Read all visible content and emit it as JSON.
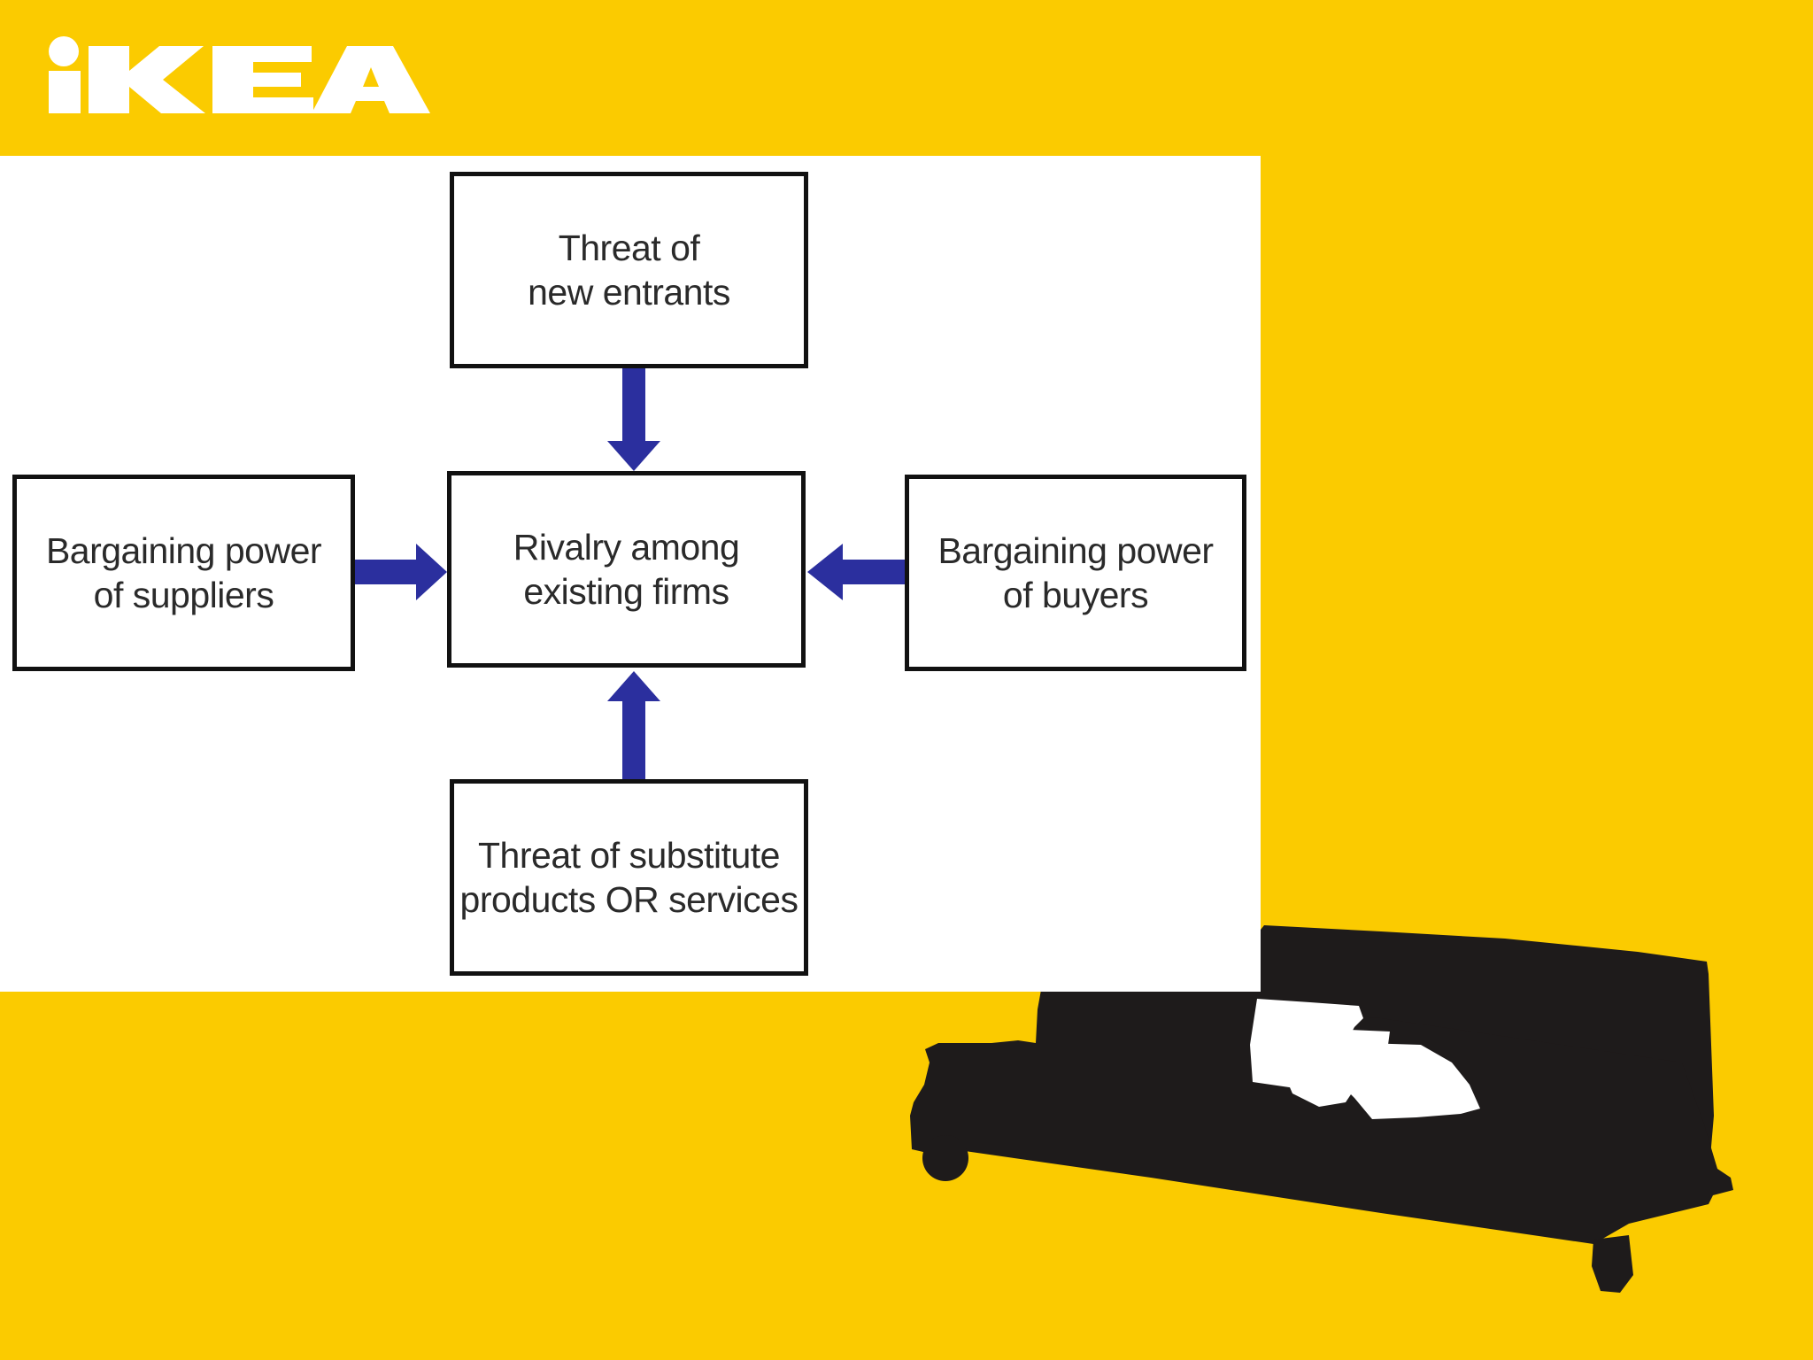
{
  "brand": {
    "logo_text": "iKEA",
    "background_color": "#FBCB00",
    "logo_color": "#FFFFFF"
  },
  "diagram": {
    "arrow_color": "#2B2F9E",
    "box_border_color": "#111111",
    "boxes": {
      "new_entrants": "Threat of\nnew entrants",
      "suppliers": "Bargaining power\nof suppliers",
      "rivalry": "Rivalry among\nexisting firms",
      "buyers": "Bargaining power\nof buyers",
      "substitutes": "Threat of substitute\nproducts OR services"
    }
  },
  "decoration": {
    "sofa_color": "#1E1B1B",
    "cushion_color": "#FFFFFF"
  }
}
